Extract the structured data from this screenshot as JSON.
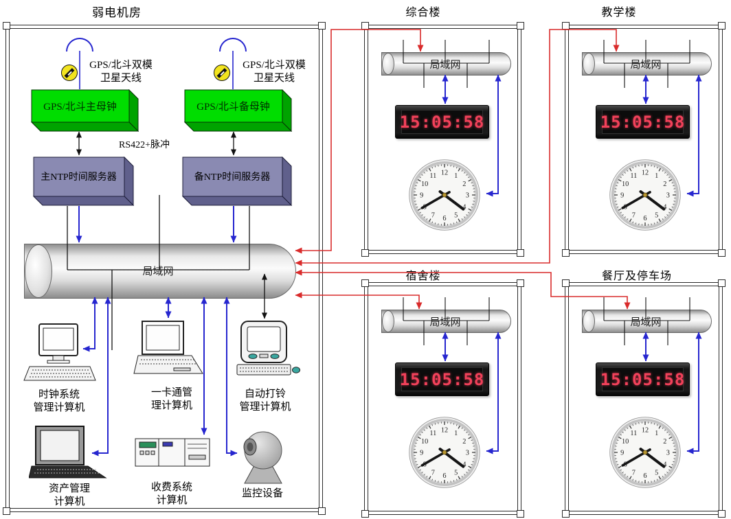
{
  "colors": {
    "arrow_blue": "#2626cf",
    "line_red": "#d92b2b",
    "master_clock_green": "#00dd00",
    "ntp_purple": "#8a8ab2",
    "led_red": "#f2415a"
  },
  "machine_room": {
    "title": "弱电机房",
    "antenna_label": [
      "GPS/北斗双模",
      "卫星天线"
    ],
    "master_clock": "GPS/北斗主母钟",
    "backup_clock": "GPS/北斗备母钟",
    "link_label": "RS422+脉冲",
    "ntp_primary": "主NTP时间服务器",
    "ntp_backup": "备NTP时间服务器",
    "lan_label": "局域网",
    "computers": [
      [
        "时钟系统",
        "管理计算机"
      ],
      [
        "一卡通管",
        "理计算机"
      ],
      [
        "自动打铃",
        "管理计算机"
      ],
      [
        "资产管理",
        "计算机"
      ],
      [
        "收费系统",
        "计算机"
      ],
      [
        "监控设备"
      ]
    ]
  },
  "buildings": [
    {
      "title": "综合楼",
      "lan_label": "局域网",
      "digital_time": "15:05:58"
    },
    {
      "title": "教学楼",
      "lan_label": "局域网",
      "digital_time": "15:05:58"
    },
    {
      "title": "宿舍楼",
      "lan_label": "局域网",
      "digital_time": "15:05:58"
    },
    {
      "title": "餐厅及停车场",
      "lan_label": "局域网",
      "digital_time": "15:05:58"
    }
  ],
  "analog_clock": {
    "numerals": [
      "1",
      "2",
      "3",
      "4",
      "5",
      "6",
      "7",
      "8",
      "9",
      "10",
      "11",
      "12"
    ],
    "hands": [
      {
        "deg": 240,
        "len": 42,
        "w": 4
      },
      {
        "deg": 127,
        "len": 38,
        "w": 4.5
      }
    ]
  }
}
